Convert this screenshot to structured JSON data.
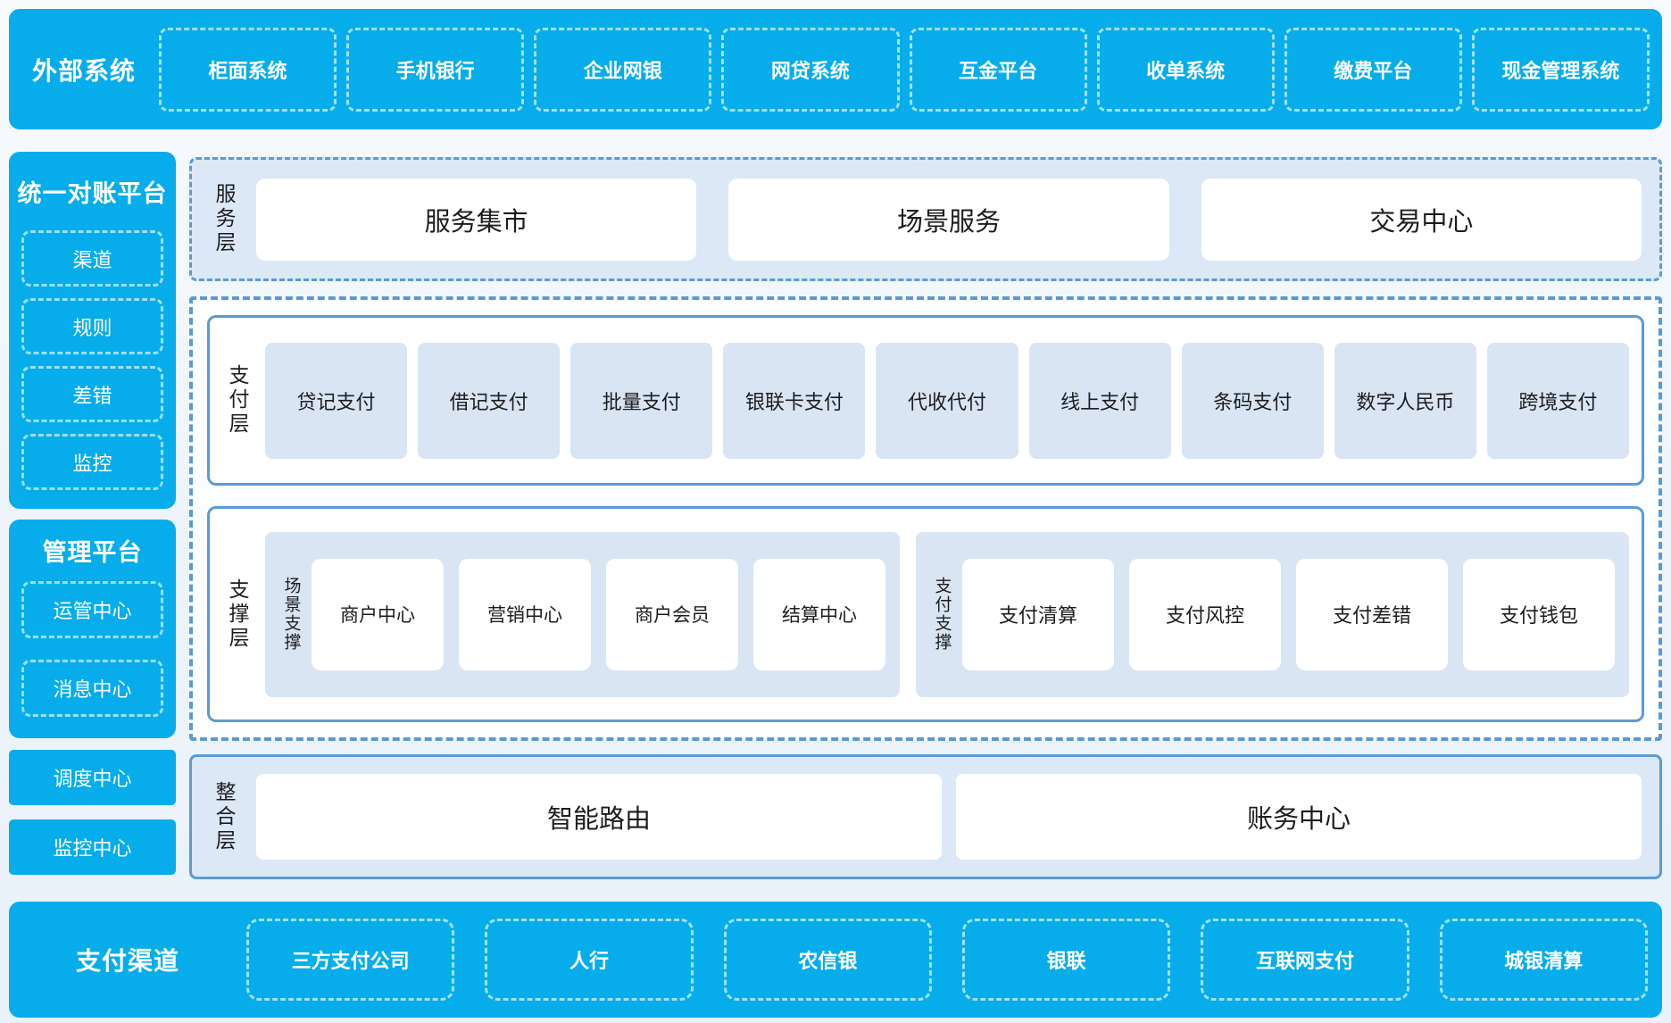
{
  "colors": {
    "brand_blue": "#06adea",
    "panel_light_blue": "#dce8f6",
    "box_light_blue": "#d9e5f3",
    "border_blue": "#5b9bd5",
    "page_background": "#eef5fb",
    "text_dark": "#1d1d1f",
    "text_white": "#ffffff"
  },
  "top_bar": {
    "title": "外部系统",
    "items": [
      "柜面系统",
      "手机银行",
      "企业网银",
      "网贷系统",
      "互金平台",
      "收单系统",
      "缴费平台",
      "现金管理系统"
    ]
  },
  "sidebar": {
    "reconciliation": {
      "title": "统一对账平台",
      "items": [
        "渠道",
        "规则",
        "差错",
        "监控"
      ]
    },
    "management": {
      "title": "管理平台",
      "items": [
        "运管中心",
        "消息中心"
      ]
    },
    "standalone": [
      "调度中心",
      "监控中心"
    ]
  },
  "service_layer": {
    "label": "服务层",
    "items": [
      "服务集市",
      "场景服务",
      "交易中心"
    ]
  },
  "payment_layer": {
    "label": "支付层",
    "items": [
      "贷记支付",
      "借记支付",
      "批量支付",
      "银联卡支付",
      "代收代付",
      "线上支付",
      "条码支付",
      "数字人民币",
      "跨境支付"
    ]
  },
  "support_layer": {
    "label": "支撑层",
    "groups": [
      {
        "label": "场景支撑",
        "items": [
          "商户中心",
          "营销中心",
          "商户会员",
          "结算中心"
        ]
      },
      {
        "label": "支付支撑",
        "items": [
          "支付清算",
          "支付风控",
          "支付差错",
          "支付钱包"
        ]
      }
    ]
  },
  "integration_layer": {
    "label": "整合层",
    "items": [
      "智能路由",
      "账务中心"
    ]
  },
  "bottom_bar": {
    "title": "支付渠道",
    "items": [
      "三方支付公司",
      "人行",
      "农信银",
      "银联",
      "互联网支付",
      "城银清算"
    ]
  }
}
